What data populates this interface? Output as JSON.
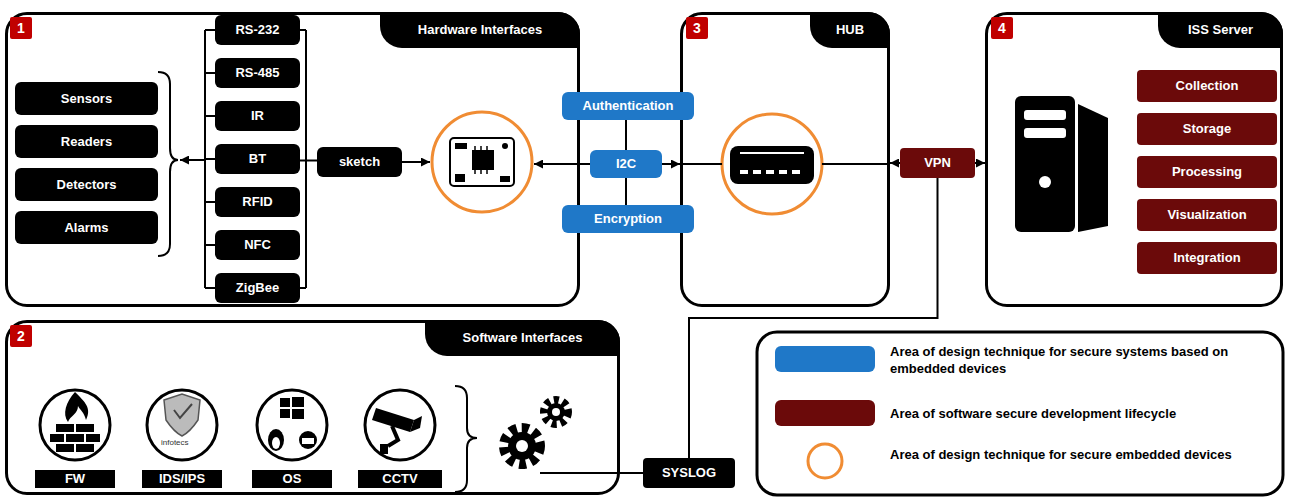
{
  "diagram": {
    "nodes": [
      {
        "text": [
          "Hardware Interfaces"
        ]
      },
      {
        "text": [
          "1"
        ],
        "in": 0
      },
      {
        "text": [
          "Sensors"
        ],
        "in": 0
      },
      {
        "text": [
          "Readers"
        ],
        "in": 0
      },
      {
        "text": [
          "Detectors"
        ],
        "in": 0
      },
      {
        "text": [
          "Alarms"
        ],
        "in": 0
      },
      {
        "text": [
          "RS-232"
        ],
        "in": 0
      },
      {
        "text": [
          "RS-485"
        ],
        "in": 0
      },
      {
        "text": [
          "IR"
        ],
        "in": 0
      },
      {
        "text": [
          "BT"
        ],
        "in": 0
      },
      {
        "text": [
          "RFID"
        ],
        "in": 0
      },
      {
        "text": [
          "NFC"
        ],
        "in": 0
      },
      {
        "text": [
          "ZigBee"
        ],
        "in": 0
      },
      {
        "text": [
          "sketch"
        ],
        "in": 0
      },
      {
        "text": [
          "Authentication"
        ]
      },
      {
        "text": [
          "I2C"
        ]
      },
      {
        "text": [
          "Encryption"
        ]
      },
      {
        "text": [
          "HUB"
        ]
      },
      {
        "text": [
          "3"
        ],
        "in": 17
      },
      {
        "text": [
          "VPN"
        ]
      },
      {
        "text": [
          "ISS Server"
        ]
      },
      {
        "text": [
          "4"
        ],
        "in": 20
      },
      {
        "text": [
          "Collection"
        ],
        "in": 20
      },
      {
        "text": [
          "Storage"
        ],
        "in": 20
      },
      {
        "text": [
          "Processing"
        ],
        "in": 20
      },
      {
        "text": [
          "Visualization"
        ],
        "in": 20
      },
      {
        "text": [
          "Integration"
        ],
        "in": 20
      },
      {
        "text": [
          "Software Interfaces"
        ]
      },
      {
        "text": [
          "2"
        ],
        "in": 27
      },
      {
        "text": [
          "FW"
        ],
        "in": 27
      },
      {
        "text": [
          "IDS/IPS"
        ],
        "in": 27
      },
      {
        "text": [
          "OS"
        ],
        "in": 27
      },
      {
        "text": [
          "CCTV"
        ],
        "in": 27
      },
      {
        "text": [
          "SYSLOG"
        ]
      }
    ],
    "edges": [
      {
        "from": 9,
        "to": 13,
        "arrow": "none"
      },
      {
        "from": 14,
        "to": 15,
        "arrow": "none"
      },
      {
        "from": 15,
        "to": 16,
        "arrow": "none"
      },
      {
        "from": 15,
        "to": 17,
        "arrow": "to"
      },
      {
        "from": 19,
        "to": 17,
        "arrow": "to"
      },
      {
        "from": 19,
        "to": 20,
        "arrow": "to"
      },
      {
        "from": 19,
        "to": 33,
        "arrow": "none"
      },
      {
        "from": 27,
        "to": 33,
        "arrow": "none"
      }
    ],
    "labels": [
      "infotecs"
    ],
    "legend": [
      {
        "text": "Area of design technique for secure systems based on embedded devices",
        "color": "#1f78c8"
      },
      {
        "text": "Area of software secure development lifecycle",
        "color": "#6b0a0a"
      },
      {
        "text": "Area of design technique for secure embedded devices"
      }
    ]
  }
}
